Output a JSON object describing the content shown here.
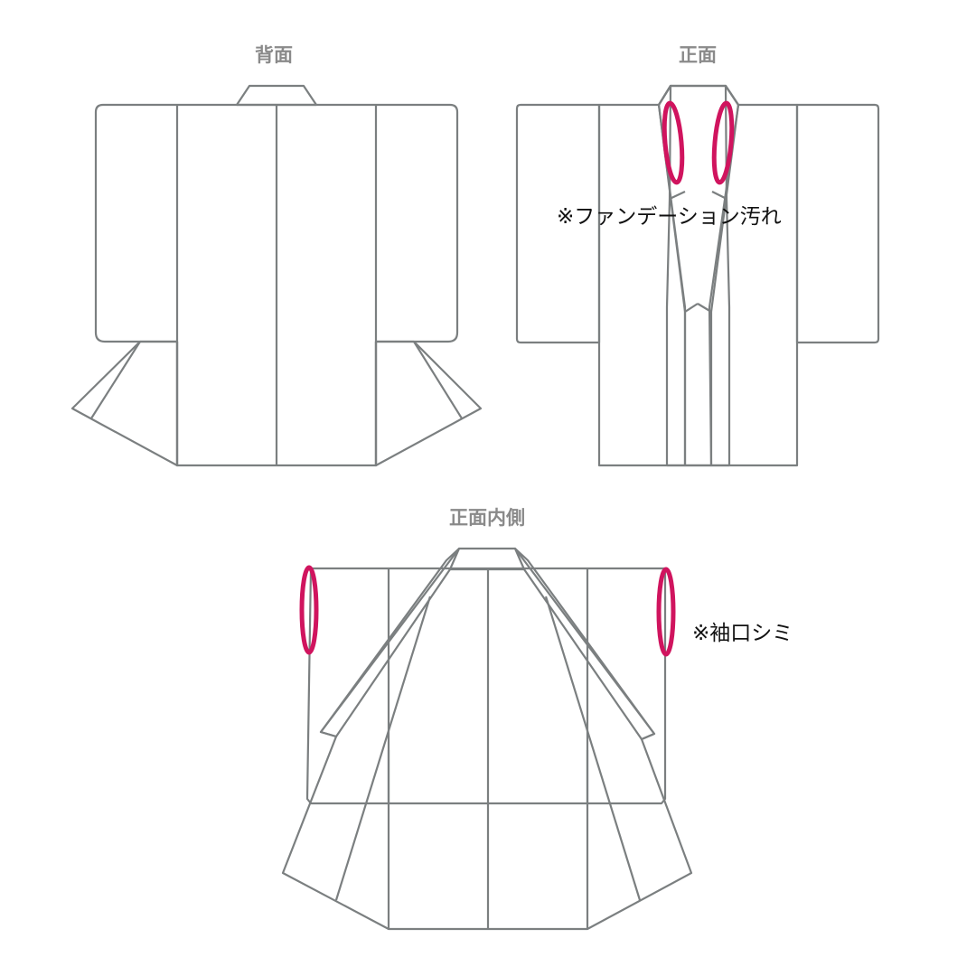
{
  "views": {
    "back_title": "背面",
    "front_title": "正面",
    "inside_title": "正面内側"
  },
  "notes": {
    "foundation": "※ファンデーション汚れ",
    "cuff": "※袖口シミ"
  },
  "colors": {
    "outer": "#b5e1df",
    "lining": "#d6e7ee",
    "outline": "#7b7f80",
    "damage_marker": "#d0145e",
    "title_text": "#8a8a8a"
  }
}
